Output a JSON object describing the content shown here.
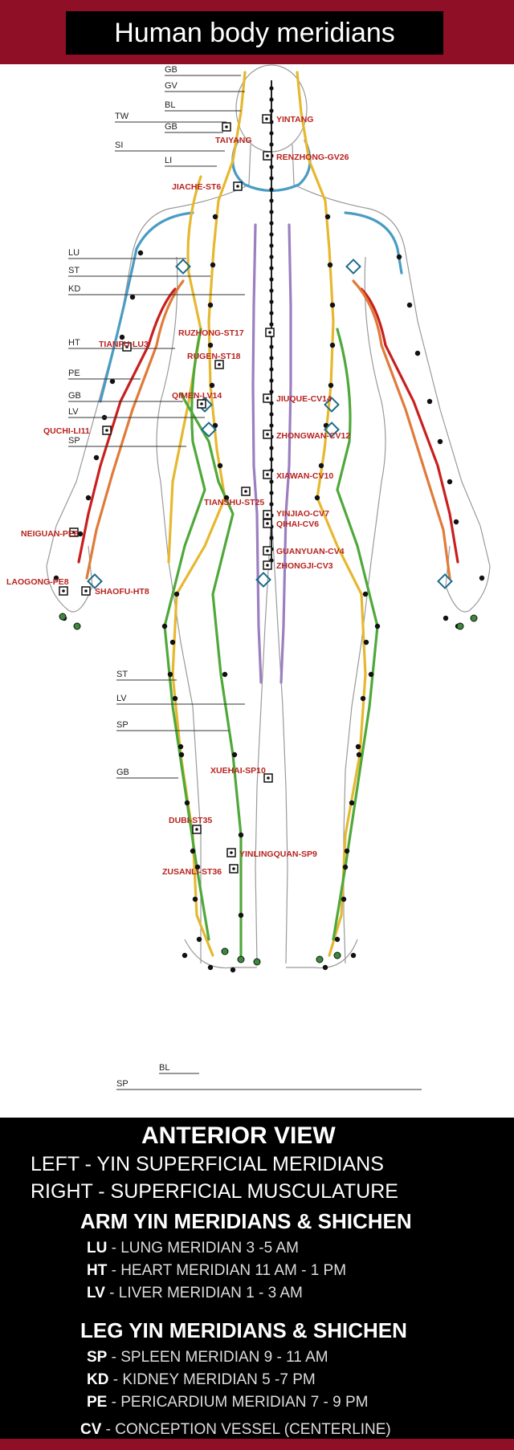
{
  "title": "Human body meridians",
  "left_labels": [
    {
      "text": "GB"
    },
    {
      "text": "GV"
    },
    {
      "text": "BL"
    },
    {
      "text": "TW"
    },
    {
      "text": "GB"
    },
    {
      "text": "SI"
    },
    {
      "text": "LI"
    },
    {
      "text": "LU"
    },
    {
      "text": "ST"
    },
    {
      "text": "KD"
    },
    {
      "text": "HT"
    },
    {
      "text": "PE"
    },
    {
      "text": "GB"
    },
    {
      "text": "LV"
    },
    {
      "text": "SP"
    },
    {
      "text": "ST"
    },
    {
      "text": "LV"
    },
    {
      "text": "SP"
    },
    {
      "text": "GB"
    },
    {
      "text": "BL"
    },
    {
      "text": "SP"
    }
  ],
  "points": [
    "YINTANG",
    "TAIYANG",
    "RENZHONG-GV26",
    "JIACHE-ST6",
    "RUZHONG-ST17",
    "TIANFU-LU3",
    "RUGEN-ST18",
    "QIMEN-LV14",
    "JIUQUE-CV14",
    "QUCHI-LI11",
    "ZHONGWAN-CV12",
    "XIAWAN-CV10",
    "TIANSHU-ST25",
    "YINJIAO-CV7",
    "QIHAI-CV6",
    "NEIGUAN-PE6",
    "GUANYUAN-CV4",
    "ZHONGJI-CV3",
    "LAOGONG-PE8",
    "SHAOFU-HT8",
    "XUEHAI-SP10",
    "DUBI-ST35",
    "YINLINGQUAN-SP9",
    "ZUSANLI-ST36"
  ],
  "legend": {
    "view": "ANTERIOR VIEW",
    "left_line": "LEFT - YIN SUPERFICIAL MERIDIANS",
    "right_line": "RIGHT - SUPERFICIAL MUSCULATURE",
    "arm_heading": "ARM YIN MERIDIANS & SHICHEN",
    "arm_items": [
      {
        "code": "LU",
        "text": " - LUNG MERIDIAN  3 -5 AM"
      },
      {
        "code": "HT",
        "text": " - HEART MERIDIAN  11 AM - 1 PM"
      },
      {
        "code": "LV",
        "text": " - LIVER MERIDIAN  1 - 3 AM"
      }
    ],
    "leg_heading": "LEG YIN MERIDIANS & SHICHEN",
    "leg_items": [
      {
        "code": "SP",
        "text": " - SPLEEN MERIDIAN  9 - 11 AM"
      },
      {
        "code": "KD",
        "text": " - KIDNEY MERIDIAN  5 -7 PM"
      },
      {
        "code": "PE",
        "text": " - PERICARDIUM MERIDIAN  7 - 9 PM"
      }
    ],
    "cv": {
      "code": "CV",
      "text": " - CONCEPTION VESSEL (CENTERLINE)"
    }
  },
  "colors": {
    "background": "#8f0f27",
    "LU": "#4a9cc4",
    "ST": "#e6b830",
    "LV": "#4fa83a",
    "SP": "#4fa83a",
    "HT": "#c8201e",
    "PE": "#e07b3a",
    "GB": "#e6b830",
    "KD": "#9b7fc0",
    "CV": "#000000"
  }
}
